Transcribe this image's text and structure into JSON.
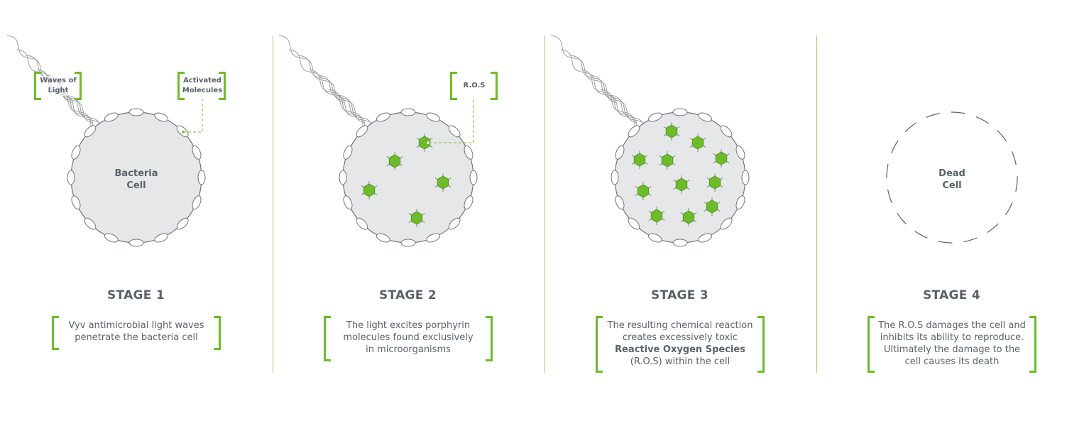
{
  "colors": {
    "accent": "#6dbb2a",
    "text": "#58626b",
    "cell_fill": "#e6e7e8",
    "cell_stroke": "#6f7479"
  },
  "labels": {
    "waves": "Waves of Light",
    "activated": "Activated Molecules",
    "ros": "R.O.S"
  },
  "cells": {
    "bacteria": [
      "Bacteria",
      "Cell"
    ],
    "dead": [
      "Dead",
      "Cell"
    ]
  },
  "stages": [
    {
      "title": "STAGE 1",
      "lines": [
        "Vyv antimicrobial light waves",
        "penetrate the bacteria cell"
      ]
    },
    {
      "title": "STAGE 2",
      "lines": [
        "The light excites porphyrin",
        "molecules found exclusively",
        "in microorganisms"
      ]
    },
    {
      "title": "STAGE 3",
      "lines": [
        "The resulting chemical reaction",
        "creates excessively toxic",
        "Reactive Oxygen Species",
        "(R.O.S) within the cell"
      ]
    },
    {
      "title": "STAGE 4",
      "lines": [
        "The R.O.S damages the cell and",
        "inhibits its ability to reproduce.",
        "Ultimately the damage to the",
        "cell causes its death"
      ]
    }
  ]
}
